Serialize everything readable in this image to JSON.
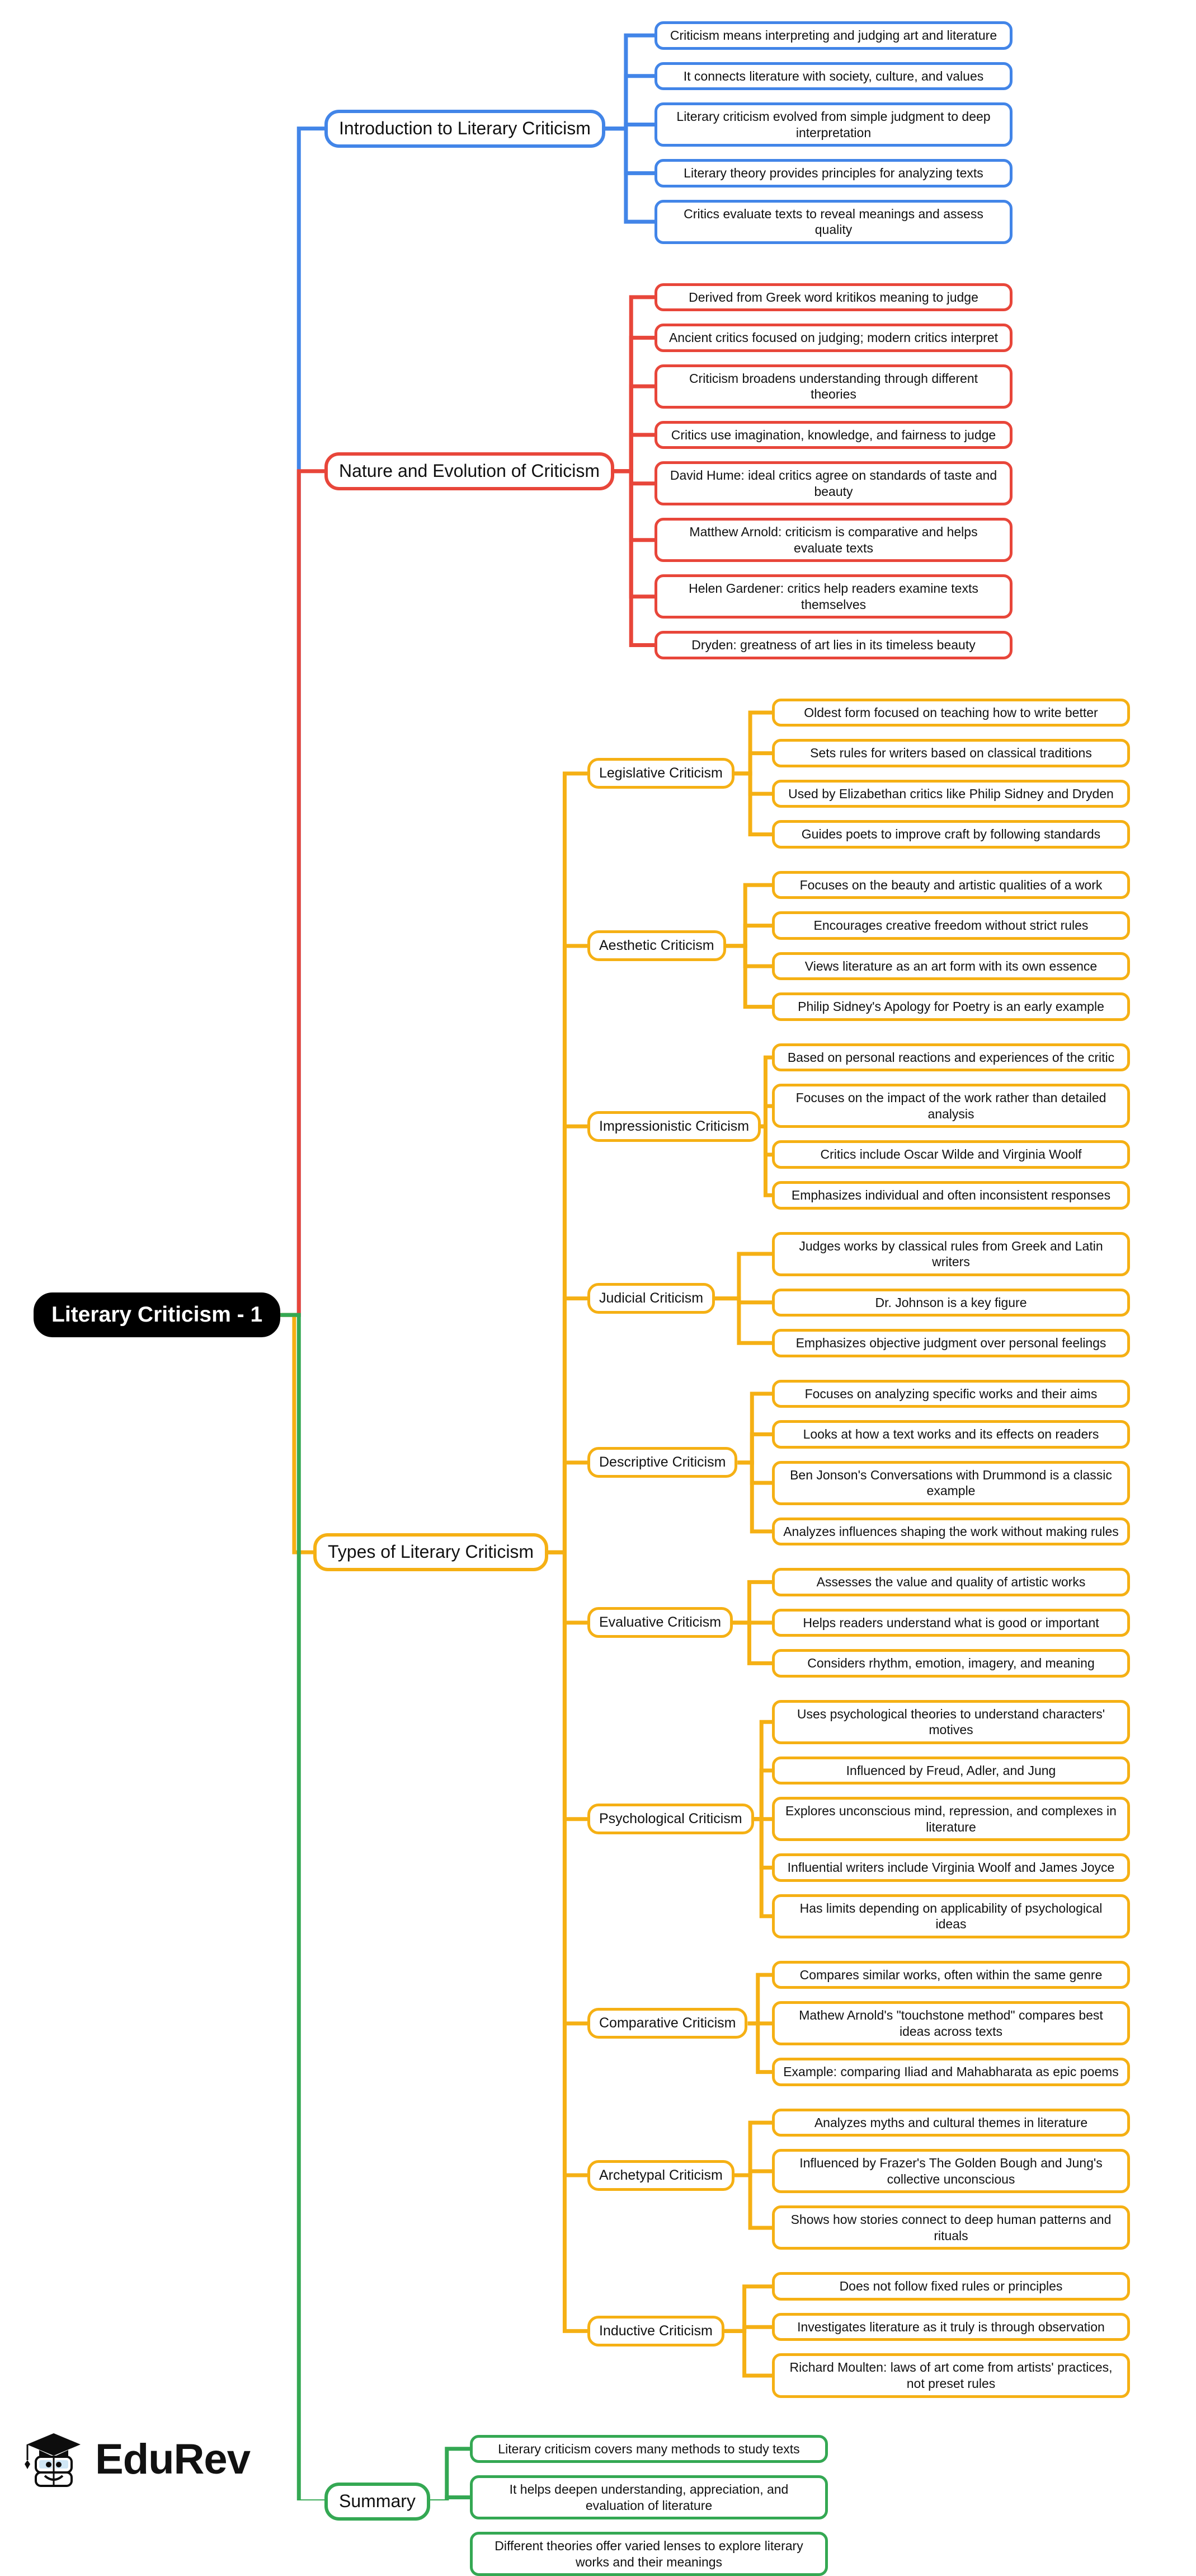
{
  "colors": {
    "root_bg": "#000000",
    "root_text": "#ffffff",
    "blue": "#4285e8",
    "red": "#e8463a",
    "yellow": "#f5b014",
    "green": "#34a853",
    "page_bg": "#ffffff",
    "node_text": "#111111"
  },
  "root": {
    "label": "Literary Criticism - 1"
  },
  "brand": {
    "name": "EduRev"
  },
  "branches": [
    {
      "id": "intro",
      "label": "Introduction to Literary Criticism",
      "color": "blue",
      "leaves": [
        "Criticism means interpreting and judging art and literature",
        "It connects literature with society, culture, and values",
        "Literary criticism evolved from simple judgment to deep interpretation",
        "Literary theory provides principles for analyzing texts",
        "Critics evaluate texts to reveal meanings and assess quality"
      ]
    },
    {
      "id": "nature",
      "label": "Nature and Evolution of Criticism",
      "color": "red",
      "leaves": [
        "Derived from Greek word kritikos meaning to judge",
        "Ancient critics focused on judging; modern critics interpret",
        "Criticism broadens understanding through different theories",
        "Critics use imagination, knowledge, and fairness to judge",
        "David Hume: ideal critics agree on standards of taste and beauty",
        "Matthew Arnold: criticism is comparative and helps evaluate texts",
        "Helen Gardener: critics help readers examine texts themselves",
        "Dryden: greatness of art lies in its timeless beauty"
      ]
    },
    {
      "id": "types",
      "label": "Types of Literary Criticism",
      "color": "yellow",
      "types": [
        {
          "label": "Legislative Criticism",
          "leaves": [
            "Oldest form focused on teaching how to write better",
            "Sets rules for writers based on classical traditions",
            "Used by Elizabethan critics like Philip Sidney and Dryden",
            "Guides poets to improve craft by following standards"
          ]
        },
        {
          "label": "Aesthetic Criticism",
          "leaves": [
            "Focuses on the beauty and artistic qualities of a work",
            "Encourages creative freedom without strict rules",
            "Views literature as an art form with its own essence",
            "Philip Sidney's Apology for Poetry is an early example"
          ]
        },
        {
          "label": "Impressionistic Criticism",
          "leaves": [
            "Based on personal reactions and experiences of the critic",
            "Focuses on the impact of the work rather than detailed analysis",
            "Critics include Oscar Wilde and Virginia Woolf",
            "Emphasizes individual and often inconsistent responses"
          ]
        },
        {
          "label": "Judicial Criticism",
          "leaves": [
            "Judges works by classical rules from Greek and Latin writers",
            "Dr. Johnson is a key figure",
            "Emphasizes objective judgment over personal feelings"
          ]
        },
        {
          "label": "Descriptive Criticism",
          "leaves": [
            "Focuses on analyzing specific works and their aims",
            "Looks at how a text works and its effects on readers",
            "Ben Jonson's Conversations with Drummond is a classic example",
            "Analyzes influences shaping the work without making rules"
          ]
        },
        {
          "label": "Evaluative Criticism",
          "leaves": [
            "Assesses the value and quality of artistic works",
            "Helps readers understand what is good or important",
            "Considers rhythm, emotion, imagery, and meaning"
          ]
        },
        {
          "label": "Psychological Criticism",
          "leaves": [
            "Uses psychological theories to understand characters' motives",
            "Influenced by Freud, Adler, and Jung",
            "Explores unconscious mind, repression, and complexes in literature",
            "Influential writers include Virginia Woolf and James Joyce",
            "Has limits depending on applicability of psychological ideas"
          ]
        },
        {
          "label": "Comparative Criticism",
          "leaves": [
            "Compares similar works, often within the same genre",
            "Mathew Arnold's \"touchstone method\" compares best ideas across texts",
            "Example: comparing Iliad and Mahabharata as epic poems"
          ]
        },
        {
          "label": "Archetypal Criticism",
          "leaves": [
            "Analyzes myths and cultural themes in literature",
            "Influenced by Frazer's The Golden Bough and Jung's collective unconscious",
            "Shows how stories connect to deep human patterns and rituals"
          ]
        },
        {
          "label": "Inductive Criticism",
          "leaves": [
            "Does not follow fixed rules or principles",
            "Investigates literature as it truly is through observation",
            "Richard Moulten: laws of art come from artists' practices, not preset rules"
          ]
        }
      ]
    },
    {
      "id": "summary",
      "label": "Summary",
      "color": "green",
      "leaves": [
        "Literary criticism covers many methods to study texts",
        "It helps deepen understanding, appreciation, and evaluation of literature",
        "Different theories offer varied lenses to explore literary works and their meanings"
      ]
    }
  ]
}
